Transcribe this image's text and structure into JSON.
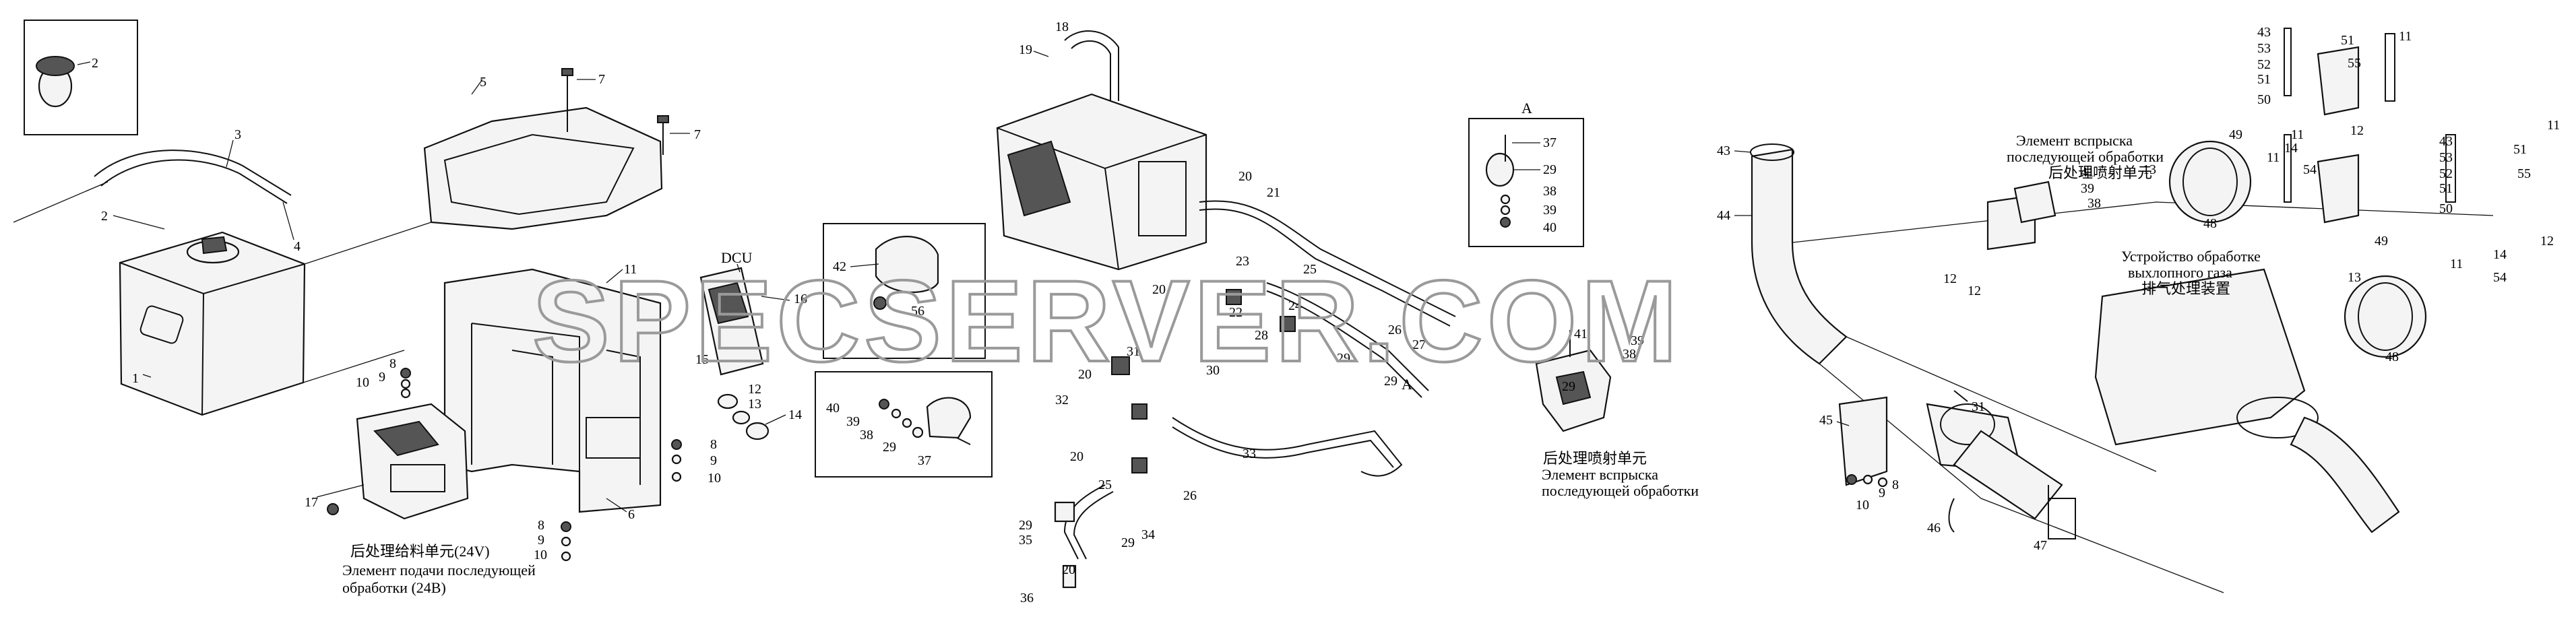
{
  "watermark": "SPECSERVER.COM",
  "sections": {
    "inset_top_left": {
      "callouts": [
        "2"
      ]
    },
    "tank_group": {
      "callouts": [
        "1",
        "2",
        "3",
        "4",
        "5",
        "6",
        "7",
        "7",
        "8",
        "9",
        "10",
        "8",
        "9",
        "10",
        "8",
        "9",
        "10",
        "11",
        "12",
        "13",
        "14",
        "15",
        "16",
        "17"
      ]
    },
    "dcu": {
      "label": "DCU"
    },
    "bracket_box": {
      "callouts": [
        "42",
        "56",
        "40",
        "39",
        "38",
        "29",
        "37"
      ]
    },
    "pipe_group": {
      "callouts": [
        "18",
        "19",
        "20",
        "20",
        "20",
        "20",
        "20",
        "21",
        "22",
        "23",
        "24",
        "25",
        "25",
        "26",
        "26",
        "27",
        "28",
        "29",
        "29",
        "29",
        "29",
        "30",
        "31",
        "32",
        "33",
        "34",
        "35",
        "36"
      ]
    },
    "view_a": {
      "title": "A",
      "callouts": [
        "37",
        "29",
        "38",
        "39",
        "40"
      ]
    },
    "view_a_marker": "A",
    "nozzle_group": {
      "callouts": [
        "41",
        "39",
        "38",
        "29"
      ]
    },
    "exhaust_group": {
      "callouts": [
        "43",
        "44",
        "45",
        "46",
        "47",
        "31",
        "10",
        "9",
        "8",
        "12",
        "12"
      ]
    },
    "right_group": {
      "callouts": [
        "43",
        "53",
        "52",
        "51",
        "50",
        "51",
        "55",
        "11",
        "11",
        "49",
        "12",
        "14",
        "13",
        "11",
        "54",
        "48",
        "41",
        "39",
        "38"
      ]
    },
    "right_group_2": {
      "callouts": [
        "43",
        "53",
        "52",
        "51",
        "50",
        "51",
        "55",
        "11",
        "49",
        "13",
        "14",
        "12",
        "11",
        "54",
        "48"
      ]
    }
  },
  "captions": {
    "dosing_unit_zh": "后处理给料单元(24V)",
    "dosing_unit_ru_1": "Элемент подачи последующей",
    "dosing_unit_ru_2": "обработки (24В)",
    "injector_zh": "后处理喷射单元",
    "injector_ru_1": "Элемент вспрыска",
    "injector_ru_2": "последующей обработки",
    "injector_top_ru_1": "Элемент вспрыска",
    "injector_top_ru_2": "последующей обработки",
    "injector_top_zh": "后处理喷射单元",
    "exhaust_ru_1": "Устройство обработке",
    "exhaust_ru_2": "выхлопного газа",
    "exhaust_zh": "排气处理装置"
  }
}
